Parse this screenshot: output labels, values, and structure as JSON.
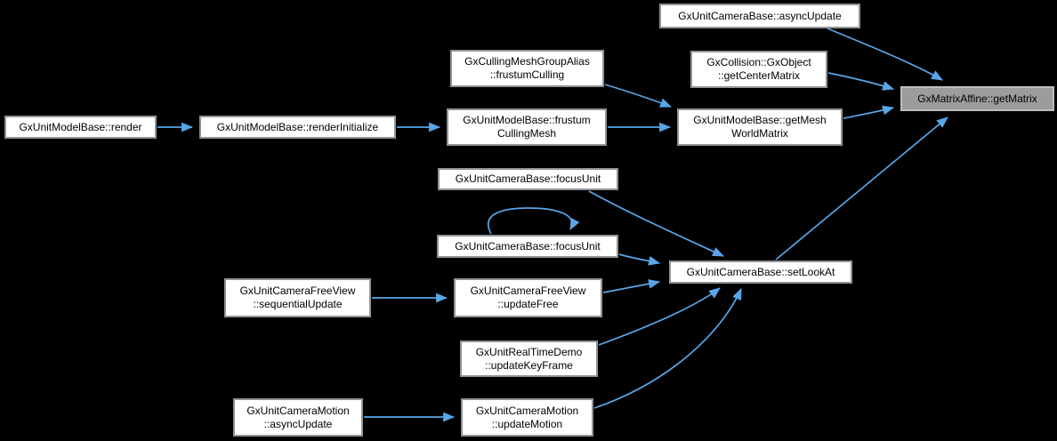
{
  "diagram": {
    "type": "call-graph",
    "focus_function": "GxMatrixAffine::getMatrix"
  },
  "colors": {
    "bg": "#000000",
    "edge": "#58a6e8",
    "node-bg": "#ffffff",
    "node-border": "#919497",
    "node-text": "#000000",
    "hl-bg": "#9c9c9c",
    "hl-border": "#bdbdbd"
  },
  "nodes": {
    "cameraAsyncUpdate": {
      "label": "GxUnitCameraBase::asyncUpdate"
    },
    "cullingMeshGroupAlias": {
      "line1": "GxCullingMeshGroupAlias",
      "line2": "::frustumCulling"
    },
    "getCenterMatrix": {
      "line1": "GxCollision::GxObject",
      "line2": "::getCenterMatrix"
    },
    "getMatrix": {
      "label": "GxMatrixAffine::getMatrix"
    },
    "render": {
      "label": "GxUnitModelBase::render"
    },
    "renderInitialize": {
      "label": "GxUnitModelBase::renderInitialize"
    },
    "frustumCullingMesh": {
      "line1": "GxUnitModelBase::frustum",
      "line2": "CullingMesh"
    },
    "getMeshWorldMatrix": {
      "line1": "GxUnitModelBase::getMesh",
      "line2": "WorldMatrix"
    },
    "focusUnitA": {
      "label": "GxUnitCameraBase::focusUnit"
    },
    "focusUnitB": {
      "label": "GxUnitCameraBase::focusUnit"
    },
    "setLookAt": {
      "label": "GxUnitCameraBase::setLookAt"
    },
    "sequentialUpdate": {
      "line1": "GxUnitCameraFreeView",
      "line2": "::sequentialUpdate"
    },
    "updateFree": {
      "line1": "GxUnitCameraFreeView",
      "line2": "::updateFree"
    },
    "updateKeyFrame": {
      "line1": "GxUnitRealTimeDemo",
      "line2": "::updateKeyFrame"
    },
    "motionAsyncUpdate": {
      "line1": "GxUnitCameraMotion",
      "line2": "::asyncUpdate"
    },
    "updateMotion": {
      "line1": "GxUnitCameraMotion",
      "line2": "::updateMotion"
    }
  },
  "edges": [
    {
      "from": "render",
      "to": "renderInitialize"
    },
    {
      "from": "renderInitialize",
      "to": "frustumCullingMesh"
    },
    {
      "from": "frustumCullingMesh",
      "to": "getMeshWorldMatrix"
    },
    {
      "from": "cullingMeshGroupAlias",
      "to": "getMeshWorldMatrix"
    },
    {
      "from": "getCenterMatrix",
      "to": "getMatrix"
    },
    {
      "from": "cameraAsyncUpdate",
      "to": "getMatrix"
    },
    {
      "from": "getMeshWorldMatrix",
      "to": "getMatrix"
    },
    {
      "from": "setLookAt",
      "to": "getMatrix"
    },
    {
      "from": "focusUnitA",
      "to": "setLookAt"
    },
    {
      "from": "focusUnitB",
      "to": "setLookAt"
    },
    {
      "from": "focusUnitB",
      "to": "focusUnitB"
    },
    {
      "from": "sequentialUpdate",
      "to": "updateFree"
    },
    {
      "from": "updateFree",
      "to": "setLookAt"
    },
    {
      "from": "updateKeyFrame",
      "to": "setLookAt"
    },
    {
      "from": "motionAsyncUpdate",
      "to": "updateMotion"
    },
    {
      "from": "updateMotion",
      "to": "setLookAt"
    }
  ]
}
